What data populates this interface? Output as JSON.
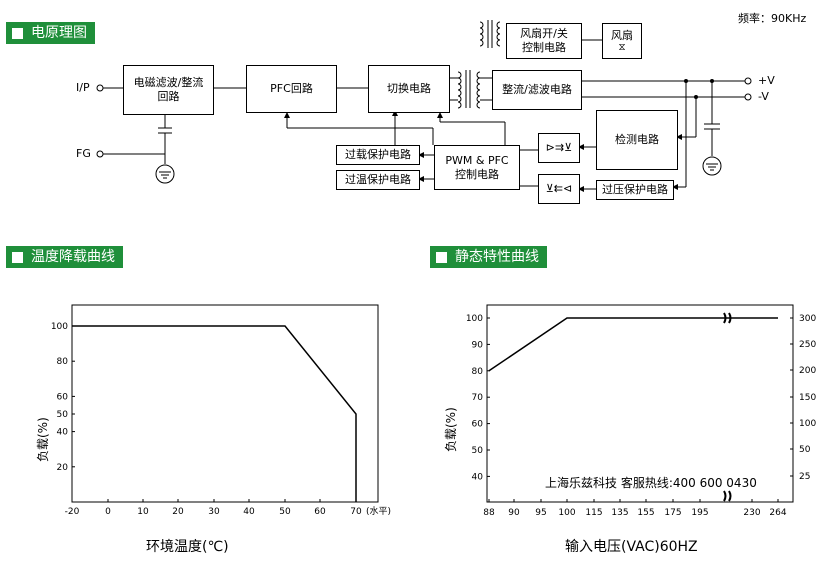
{
  "headers": {
    "block": "电原理图",
    "derating": "温度降载曲线",
    "static": "静态特性曲线"
  },
  "freq": "频率：90KHz",
  "blocks": {
    "emi": "电磁滤波/整流\n回路",
    "pfc": "PFC回路",
    "switch": "切换电路",
    "fan_ctrl": "风扇开/关\n控制电路",
    "fan": "风扇",
    "rect": "整流/滤波电路",
    "overload": "过载保护电路",
    "overtemp": "过温保护电路",
    "pwm": "PWM & PFC\n控制电路",
    "detect": "检测电路",
    "overvolt": "过压保护电路"
  },
  "ports": {
    "ip": "I/P",
    "fg": "FG",
    "pv": "+V",
    "nv": "-V"
  },
  "derating_chart": {
    "type": "line",
    "xlabel": "环境温度(℃)",
    "ylabel": "负载(%)",
    "x_note": "(水平)",
    "x_ticks": [
      "-20",
      "0",
      "10",
      "20",
      "30",
      "40",
      "50",
      "60",
      "70"
    ],
    "y_ticks": [
      "100",
      "80",
      "60",
      "50",
      "40",
      "20"
    ],
    "x": [
      -20,
      50,
      70,
      70
    ],
    "y": [
      100,
      100,
      50,
      0
    ]
  },
  "static_chart": {
    "type": "line",
    "xlabel": "输入电压(VAC)60HZ",
    "ylabel": "负载(%)",
    "x_ticks": [
      "88",
      "90",
      "95",
      "100",
      "115",
      "135",
      "155",
      "175",
      "195",
      "230",
      "264"
    ],
    "y_ticks_left": [
      "100",
      "90",
      "80",
      "70",
      "60",
      "50",
      "40"
    ],
    "y_ticks_right": [
      "300",
      "250",
      "200",
      "150",
      "100",
      "50",
      "25"
    ],
    "x": [
      88,
      100,
      264
    ],
    "y": [
      80,
      100,
      100
    ],
    "watermark": "上海乐兹科技 客服热线:400 600 0430"
  }
}
